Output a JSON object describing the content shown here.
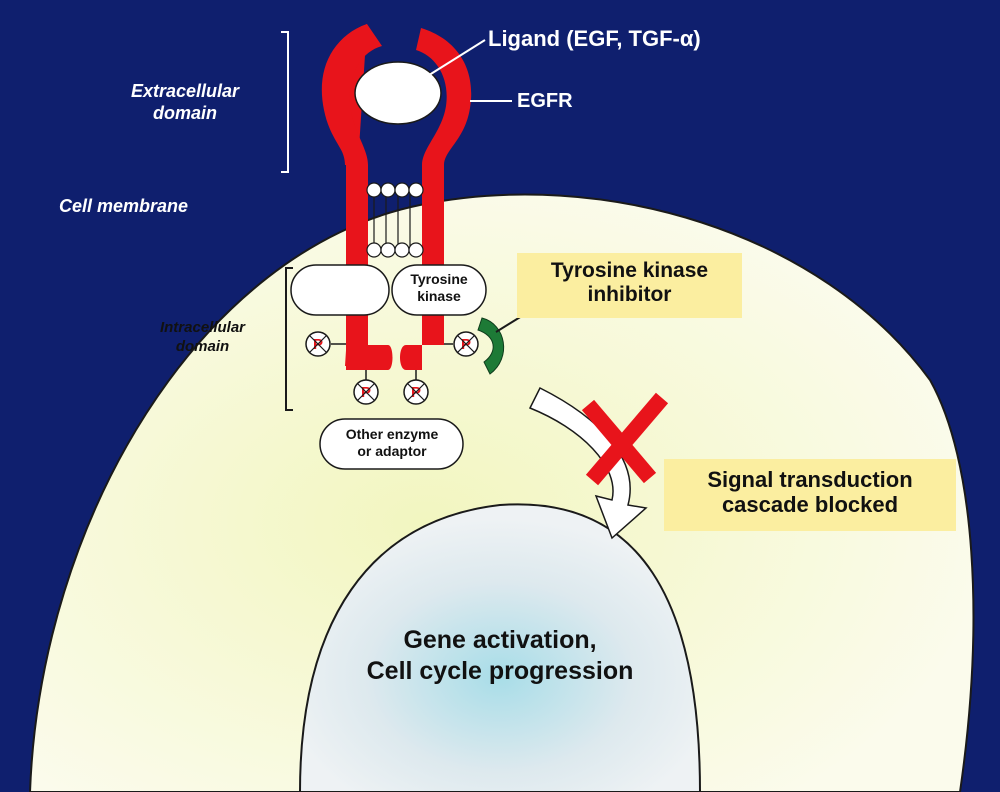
{
  "labels": {
    "extracellular_domain": [
      "Extracellular",
      "domain"
    ],
    "cell_membrane": "Cell membrane",
    "intracellular_domain": [
      "Intracellular",
      "domain"
    ],
    "ligand": "Ligand (EGF, TGF-α)",
    "egfr": "EGFR",
    "tyrosine_kinase": [
      "Tyrosine",
      "kinase"
    ],
    "other_enzyme": [
      "Other enzyme",
      "or adaptor"
    ],
    "tki_callout": [
      "Tyrosine kinase",
      "inhibitor"
    ],
    "blocked_callout": [
      "Signal transduction",
      "cascade blocked"
    ],
    "nucleus": [
      "Gene activation,",
      "Cell cycle progression"
    ],
    "phospho": "P"
  },
  "colors": {
    "background": "#0f1f6e",
    "cell": "#fbfbec",
    "receptor": "#e8141b",
    "inhibitor": "#1d7a36",
    "callout": "#fbeea0",
    "block_x": "#e8141b"
  },
  "icons": {
    "phosphate": "circle-with-cross",
    "blocked": "red-x",
    "signal": "curved-arrow"
  }
}
